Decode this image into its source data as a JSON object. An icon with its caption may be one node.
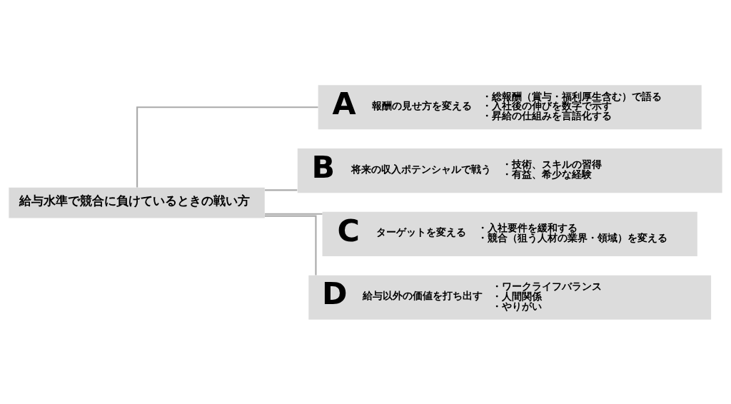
{
  "diagram": {
    "nodes": [
      {
        "text": [
          "給与水準で競合に負けているときの戦い方"
        ]
      },
      {
        "text": [
          "A",
          "報酬の見せ方を変える",
          "・総報酬（賞与・福利厚生含む）で語る",
          "・入社後の伸びを数字で示す",
          "・昇給の仕組みを言語化する"
        ]
      },
      {
        "text": [
          "B",
          "将来の収入ポテンシャルで戦う",
          "・技術、スキルの習得",
          "・有益、希少な経験"
        ]
      },
      {
        "text": [
          "C",
          "ターゲットを変える",
          "・入社要件を緩和する",
          "・競合（狙う人材の業界・領域）を変える"
        ]
      },
      {
        "text": [
          "D",
          "給与以外の価値を打ち出す",
          "・ワークライフバランス",
          "・人間関係",
          "・やりがい"
        ]
      }
    ],
    "edges": [
      {
        "from": 0,
        "to": 1,
        "arrow": "none"
      },
      {
        "from": 0,
        "to": 2,
        "arrow": "none"
      },
      {
        "from": 0,
        "to": 3,
        "arrow": "none"
      },
      {
        "from": 0,
        "to": 4,
        "arrow": "none"
      }
    ]
  }
}
